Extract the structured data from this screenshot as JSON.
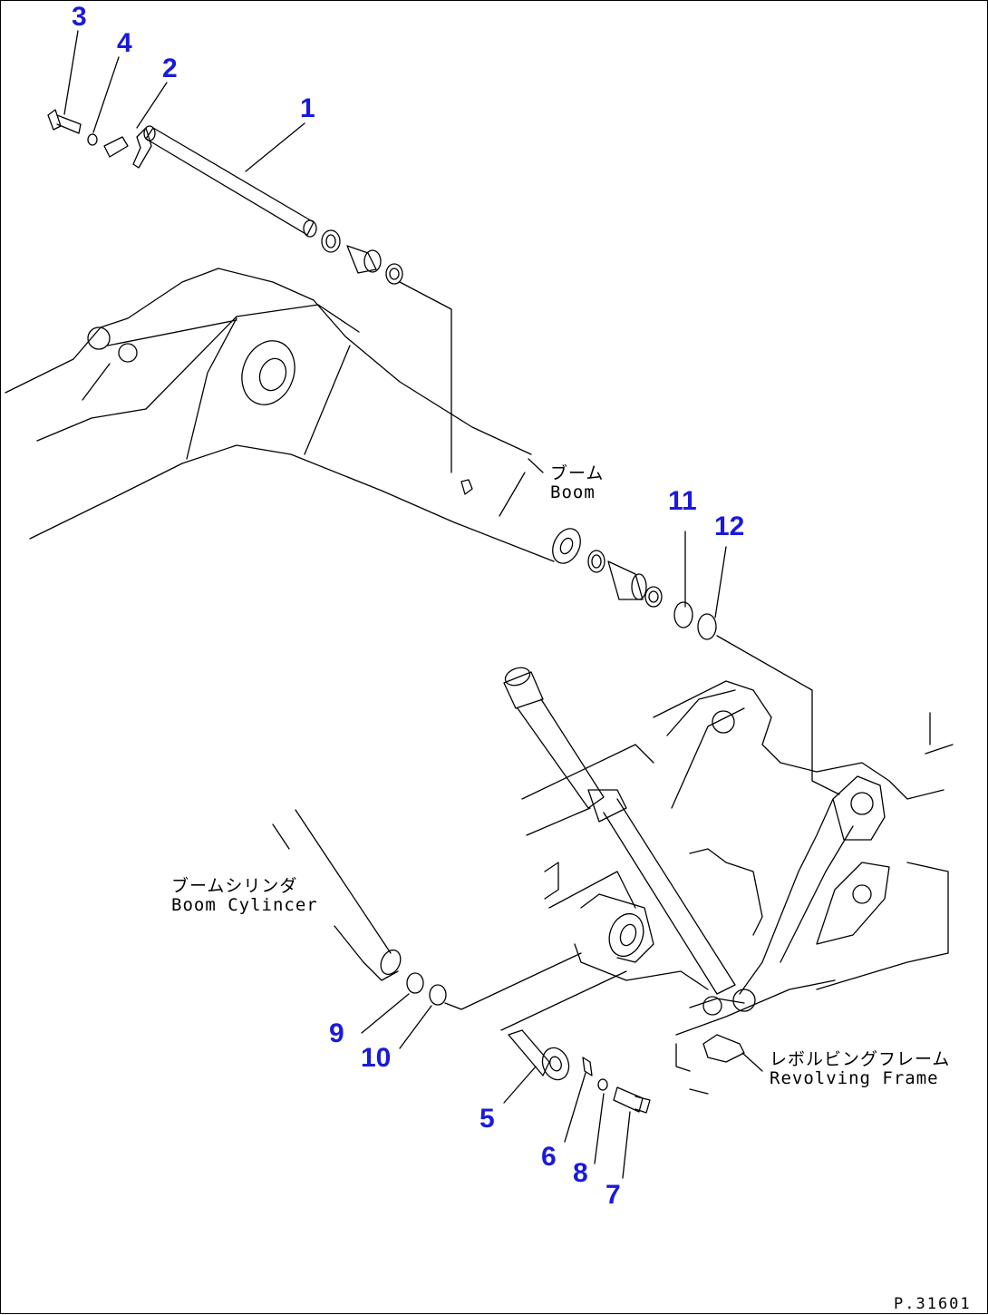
{
  "callouts": [
    {
      "id": "1",
      "text": "1"
    },
    {
      "id": "2",
      "text": "2"
    },
    {
      "id": "3",
      "text": "3"
    },
    {
      "id": "4",
      "text": "4"
    },
    {
      "id": "5",
      "text": "5"
    },
    {
      "id": "6",
      "text": "6"
    },
    {
      "id": "7",
      "text": "7"
    },
    {
      "id": "8",
      "text": "8"
    },
    {
      "id": "9",
      "text": "9"
    },
    {
      "id": "10",
      "text": "10"
    },
    {
      "id": "11",
      "text": "11"
    },
    {
      "id": "12",
      "text": "12"
    }
  ],
  "labels": {
    "boom": {
      "jp": "ブーム",
      "en": "Boom"
    },
    "boom_cylinder": {
      "jp": "ブームシリンダ",
      "en": "Boom Cylincer"
    },
    "revolving_frame": {
      "jp": "レボルビングフレーム",
      "en": "Revolving Frame"
    }
  },
  "drawing_code": "P.31601",
  "colors": {
    "callout": "#1a1adb",
    "line": "#000000"
  }
}
